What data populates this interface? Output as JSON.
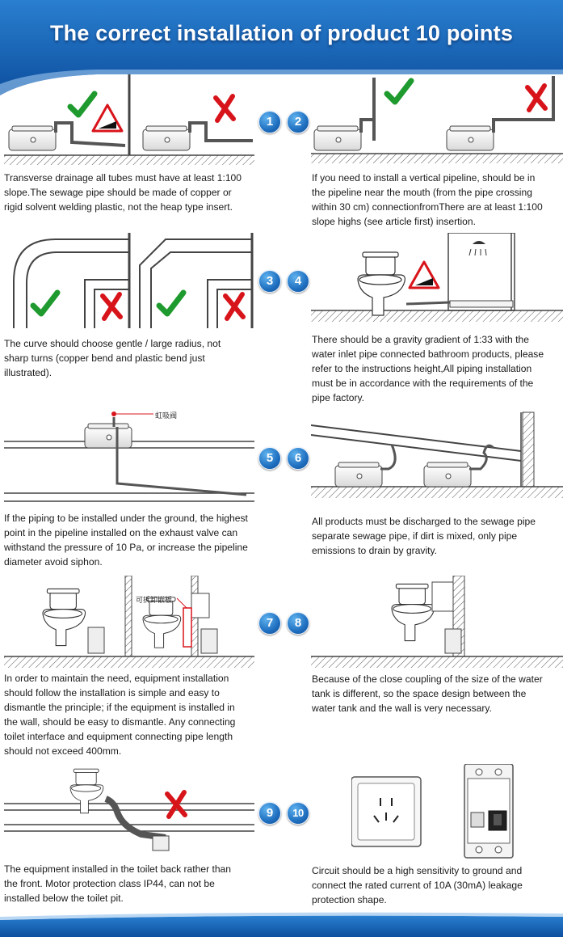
{
  "header": {
    "title": "The correct installation of product 10 points"
  },
  "badges": [
    "1",
    "2",
    "3",
    "4",
    "5",
    "6",
    "7",
    "8",
    "9",
    "10"
  ],
  "labels": {
    "siphon_valve": "虹吸阀",
    "removable_panel": "可拆卸嵌板"
  },
  "colors": {
    "header_blue": "#1565b8",
    "check_green": "#1e9a2e",
    "cross_red": "#d8141b",
    "badge_blue": "#1f6fc0"
  },
  "icons": [
    "check-icon",
    "cross-icon",
    "slope-warning-icon",
    "shower-icon"
  ],
  "points": [
    {
      "id": 1,
      "lines": [
        "Transverse drainage all tubes must have at least 1:100",
        "slope.The sewage pipe should be made of copper or",
        "rigid solvent welding plastic, not the heap type insert."
      ]
    },
    {
      "id": 2,
      "lines": [
        "If you need to install a vertical pipeline, should be in",
        "the pipeline near the mouth (from the pipe crossing",
        "within 30 cm) connectionfromThere are at least 1:100",
        "slope highs (see article first) insertion."
      ]
    },
    {
      "id": 3,
      "lines": [
        "The curve should choose gentle / large radius, not",
        "sharp turns (copper bend and plastic bend just",
        "illustrated)."
      ]
    },
    {
      "id": 4,
      "lines": [
        "There should be a gravity gradient of 1:33 with the",
        "water inlet pipe connected bathroom products, please",
        "refer to the instructions height,All piping installation",
        "must be in accordance with the requirements of the",
        " pipe factory."
      ]
    },
    {
      "id": 5,
      "lines": [
        "If the piping to be installed under the ground, the highest",
        "point in the pipeline installed on the exhaust valve can",
        "withstand the pressure of 10 Pa, or increase the pipeline",
        "diameter avoid siphon."
      ]
    },
    {
      "id": 6,
      "lines": [
        "All products must be discharged to the sewage pipe",
        "separate sewage pipe, if dirt is mixed, only pipe",
        "emissions to drain by gravity."
      ]
    },
    {
      "id": 7,
      "lines": [
        "In order to maintain the need, equipment installation",
        "should follow the installation is simple and easy to",
        "dismantle the principle; if the equipment is installed in",
        "the wall, should be easy to dismantle. Any connecting",
        "toilet interface and equipment connecting pipe length",
        "should not exceed 400mm."
      ]
    },
    {
      "id": 8,
      "lines": [
        "Because of the close coupling of the size of the water",
        "tank is different, so the space design between the",
        "water tank and the wall is very necessary."
      ]
    },
    {
      "id": 9,
      "lines": [
        "The equipment installed in the toilet back rather than",
        "the front. Motor protection class IP44, can not be",
        "installed below the toilet pit."
      ]
    },
    {
      "id": 10,
      "lines": [
        "Circuit should be a high sensitivity to ground and",
        "connect the rated current of 10A (30mA) leakage",
        "protection shape."
      ]
    }
  ]
}
